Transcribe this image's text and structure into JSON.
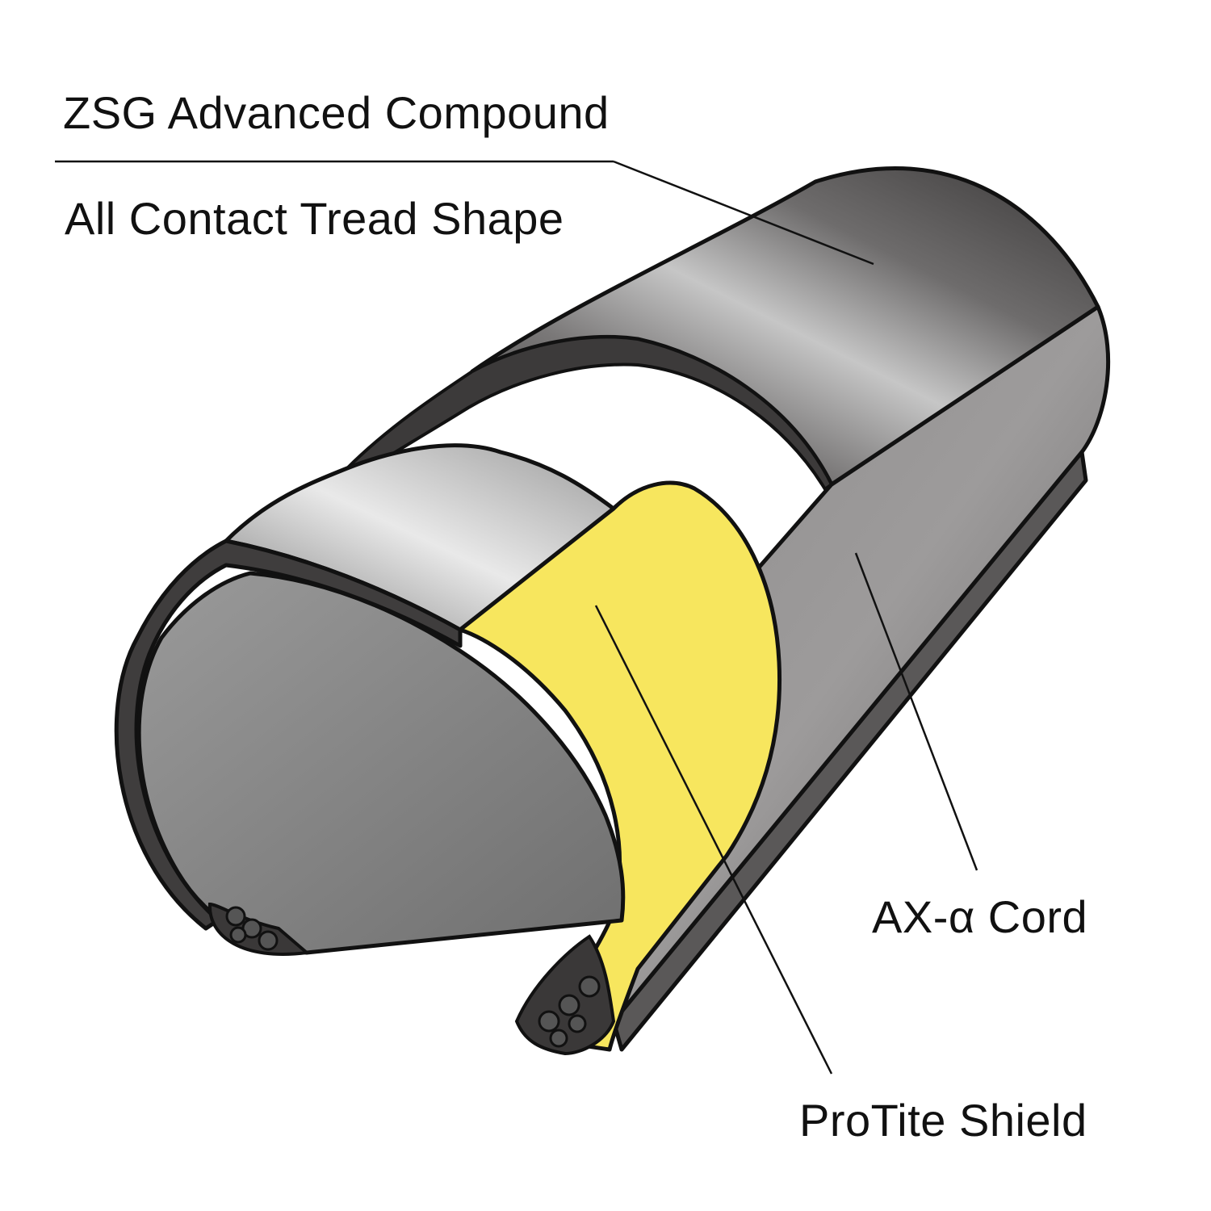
{
  "labels": {
    "zsg_compound": "ZSG Advanced Compound",
    "tread_shape": "All Contact Tread Shape",
    "ax_cord": "AX-α Cord",
    "protite_shield": "ProTite Shield"
  },
  "colors": {
    "tread_dark": "#4a4747",
    "tread_highlight": "#bdbdbd",
    "casing_gray": "#7d7b7b",
    "inner_gray": "#8e8e8e",
    "shield_yellow": "#f7e65e",
    "outline": "#111111",
    "text": "#111111"
  },
  "icons": [
    "bead-cable-icon"
  ]
}
